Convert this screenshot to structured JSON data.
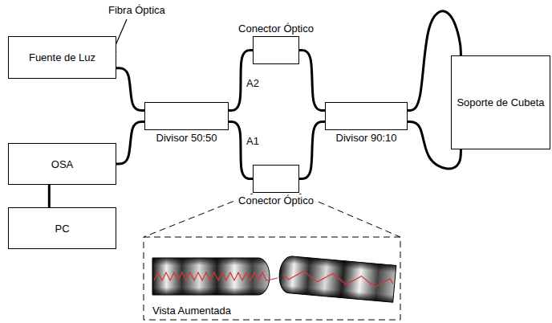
{
  "diagram": {
    "nodes": [
      {
        "text": [
          "Fuente de Luz"
        ]
      },
      {
        "text": [
          "OSA"
        ]
      },
      {
        "text": [
          "PC"
        ]
      },
      {
        "text": [
          "Divisor 50:50"
        ]
      },
      {
        "text": [
          "Conector Óptico"
        ]
      },
      {
        "text": [
          "Conector Óptico"
        ]
      },
      {
        "text": [
          "Divisor 90:10"
        ]
      },
      {
        "text": [
          "Soporte de Cubeta"
        ]
      }
    ],
    "edges": [
      {
        "from": 0,
        "to": 3,
        "arrow": "none"
      },
      {
        "from": 1,
        "to": 3,
        "arrow": "none"
      },
      {
        "from": 1,
        "to": 2,
        "arrow": "none"
      },
      {
        "from": 3,
        "to": 4,
        "label": "A2",
        "arrow": "none"
      },
      {
        "from": 3,
        "to": 5,
        "label": "A1",
        "arrow": "none"
      },
      {
        "from": 4,
        "to": 6,
        "arrow": "none"
      },
      {
        "from": 5,
        "to": 6,
        "arrow": "none"
      },
      {
        "from": 6,
        "to": 7,
        "arrow": "none"
      },
      {
        "from": 6,
        "to": 7,
        "arrow": "none"
      }
    ],
    "labels": [
      "Fibra Óptica",
      "Vista Aumentada"
    ]
  }
}
